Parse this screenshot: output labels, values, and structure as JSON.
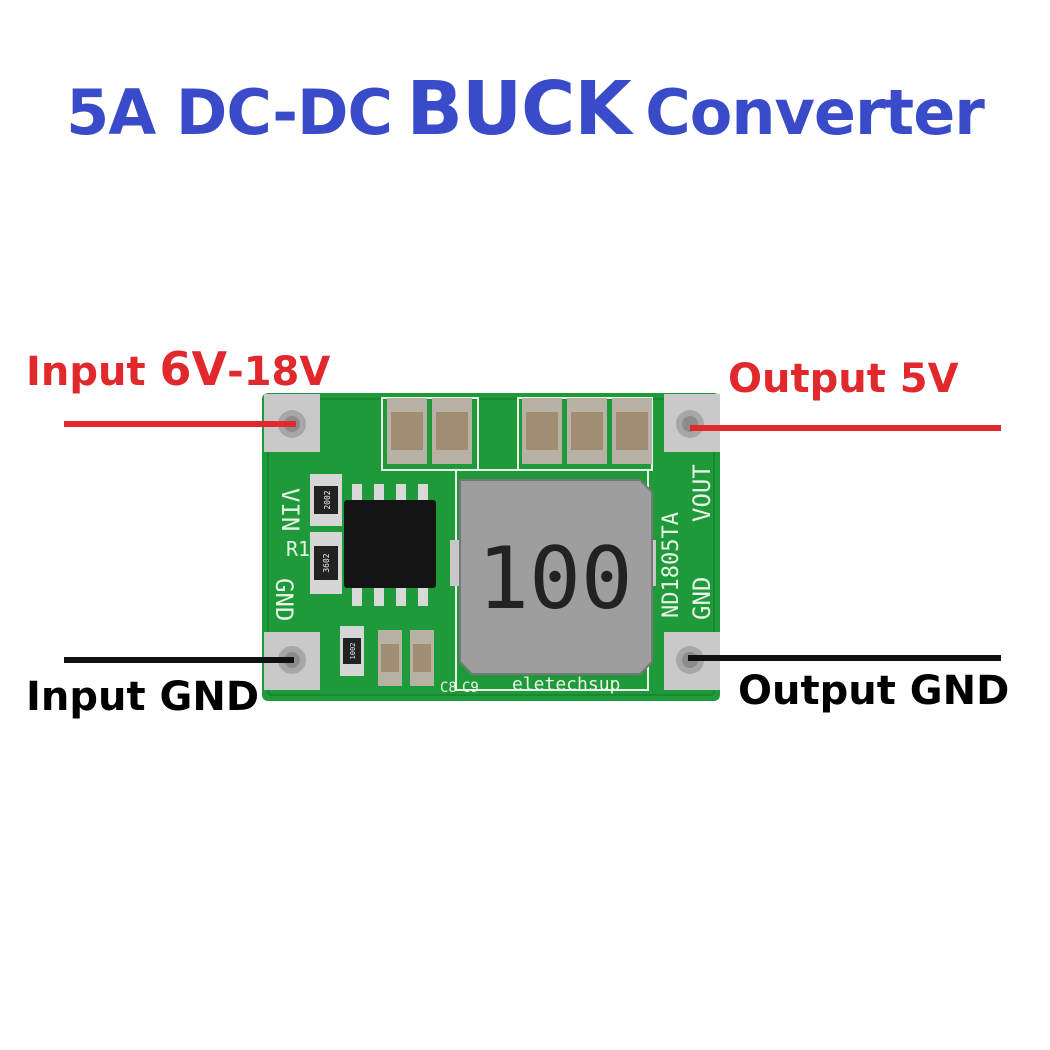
{
  "title": {
    "part1": "5A DC-DC",
    "part2": "BUCK",
    "part3": "Converter"
  },
  "labels": {
    "input_prefix": "Input ",
    "input_low": "6V",
    "input_high": "-18V",
    "output": "Output 5V",
    "input_gnd": "Input GND",
    "output_gnd": "Output GND"
  },
  "board": {
    "silk_vin": "VIN",
    "silk_gnd_left": "GND",
    "silk_r1": "R1",
    "silk_vout": "VOUT",
    "silk_gnd_right": "GND",
    "silk_model": "ND1805TA",
    "silk_c8": "C8",
    "silk_c9": "C9",
    "silk_brand": "eletechsup",
    "inductor_marking": "100",
    "resistor_top": "2002",
    "resistor_mid": "3602",
    "resistor_bot": "1002"
  },
  "colors": {
    "title": "#3a4bc9",
    "red_wire": "#e0282d",
    "black_wire": "#111111",
    "pcb": "#1f9a3a"
  }
}
